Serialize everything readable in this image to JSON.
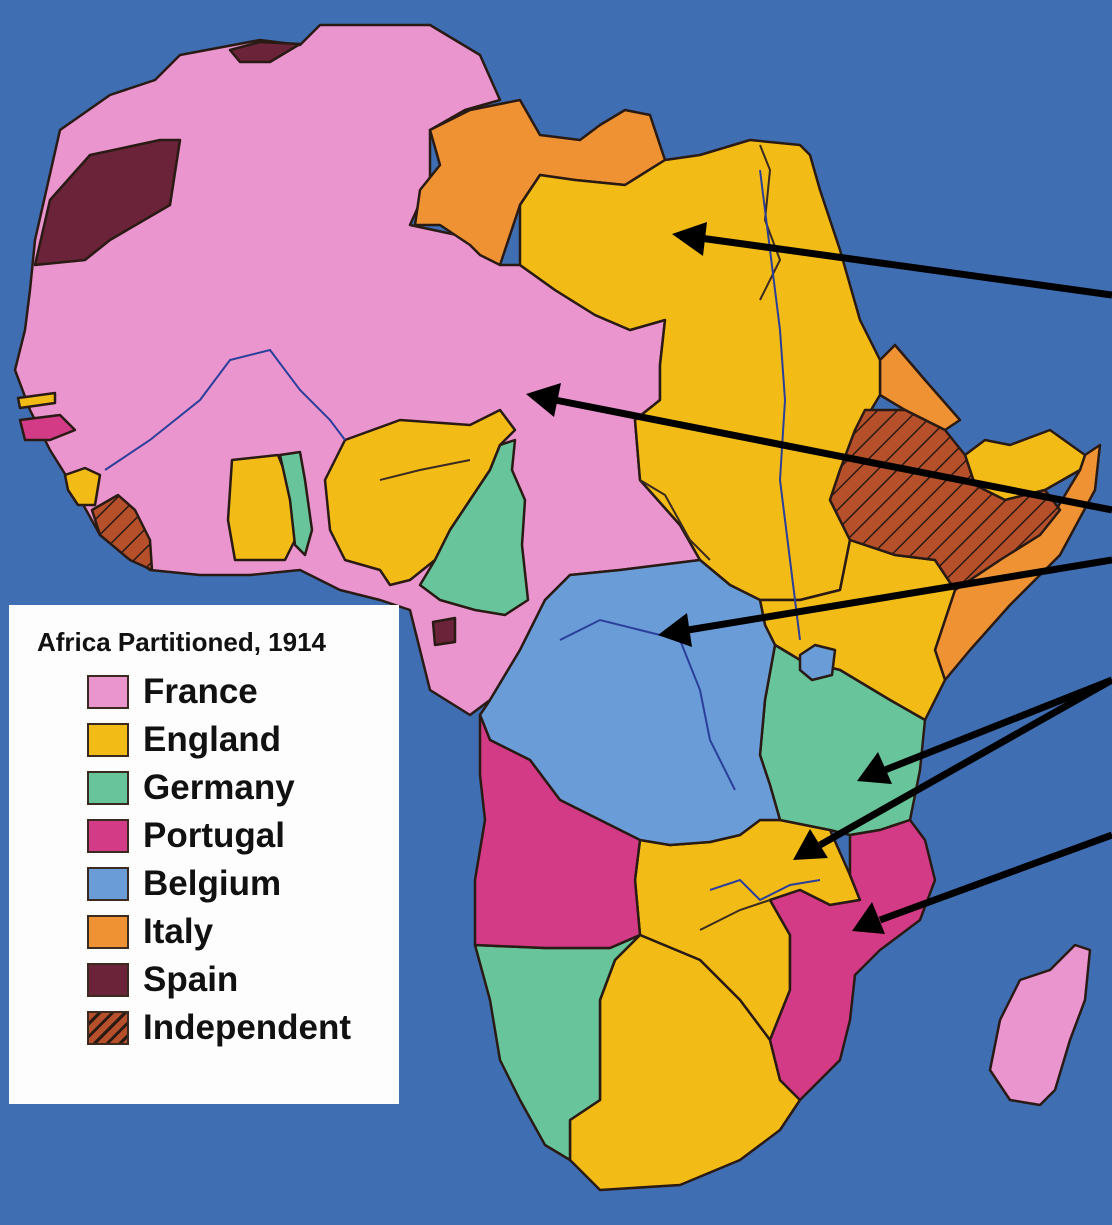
{
  "colors": {
    "ocean": "#3f6eb3",
    "france": "#eb95cf",
    "england": "#f3bb16",
    "germany": "#68c49a",
    "portugal": "#d33b86",
    "belgium": "#6a9dd8",
    "italy": "#ee9233",
    "spain": "#6a2338",
    "independent": "#b5502a"
  },
  "legend": {
    "title": "Africa Partitioned, 1914",
    "items": [
      {
        "label": "France",
        "color": "#eb95cf"
      },
      {
        "label": "England",
        "color": "#f3bb16"
      },
      {
        "label": "Germany",
        "color": "#68c49a"
      },
      {
        "label": "Portugal",
        "color": "#d33b86"
      },
      {
        "label": "Belgium",
        "color": "#6a9dd8"
      },
      {
        "label": "Italy",
        "color": "#ee9233"
      },
      {
        "label": "Spain",
        "color": "#6a2338"
      },
      {
        "label": "Independent",
        "color": "#b5502a",
        "pattern": "diagonal-hatch"
      }
    ]
  }
}
